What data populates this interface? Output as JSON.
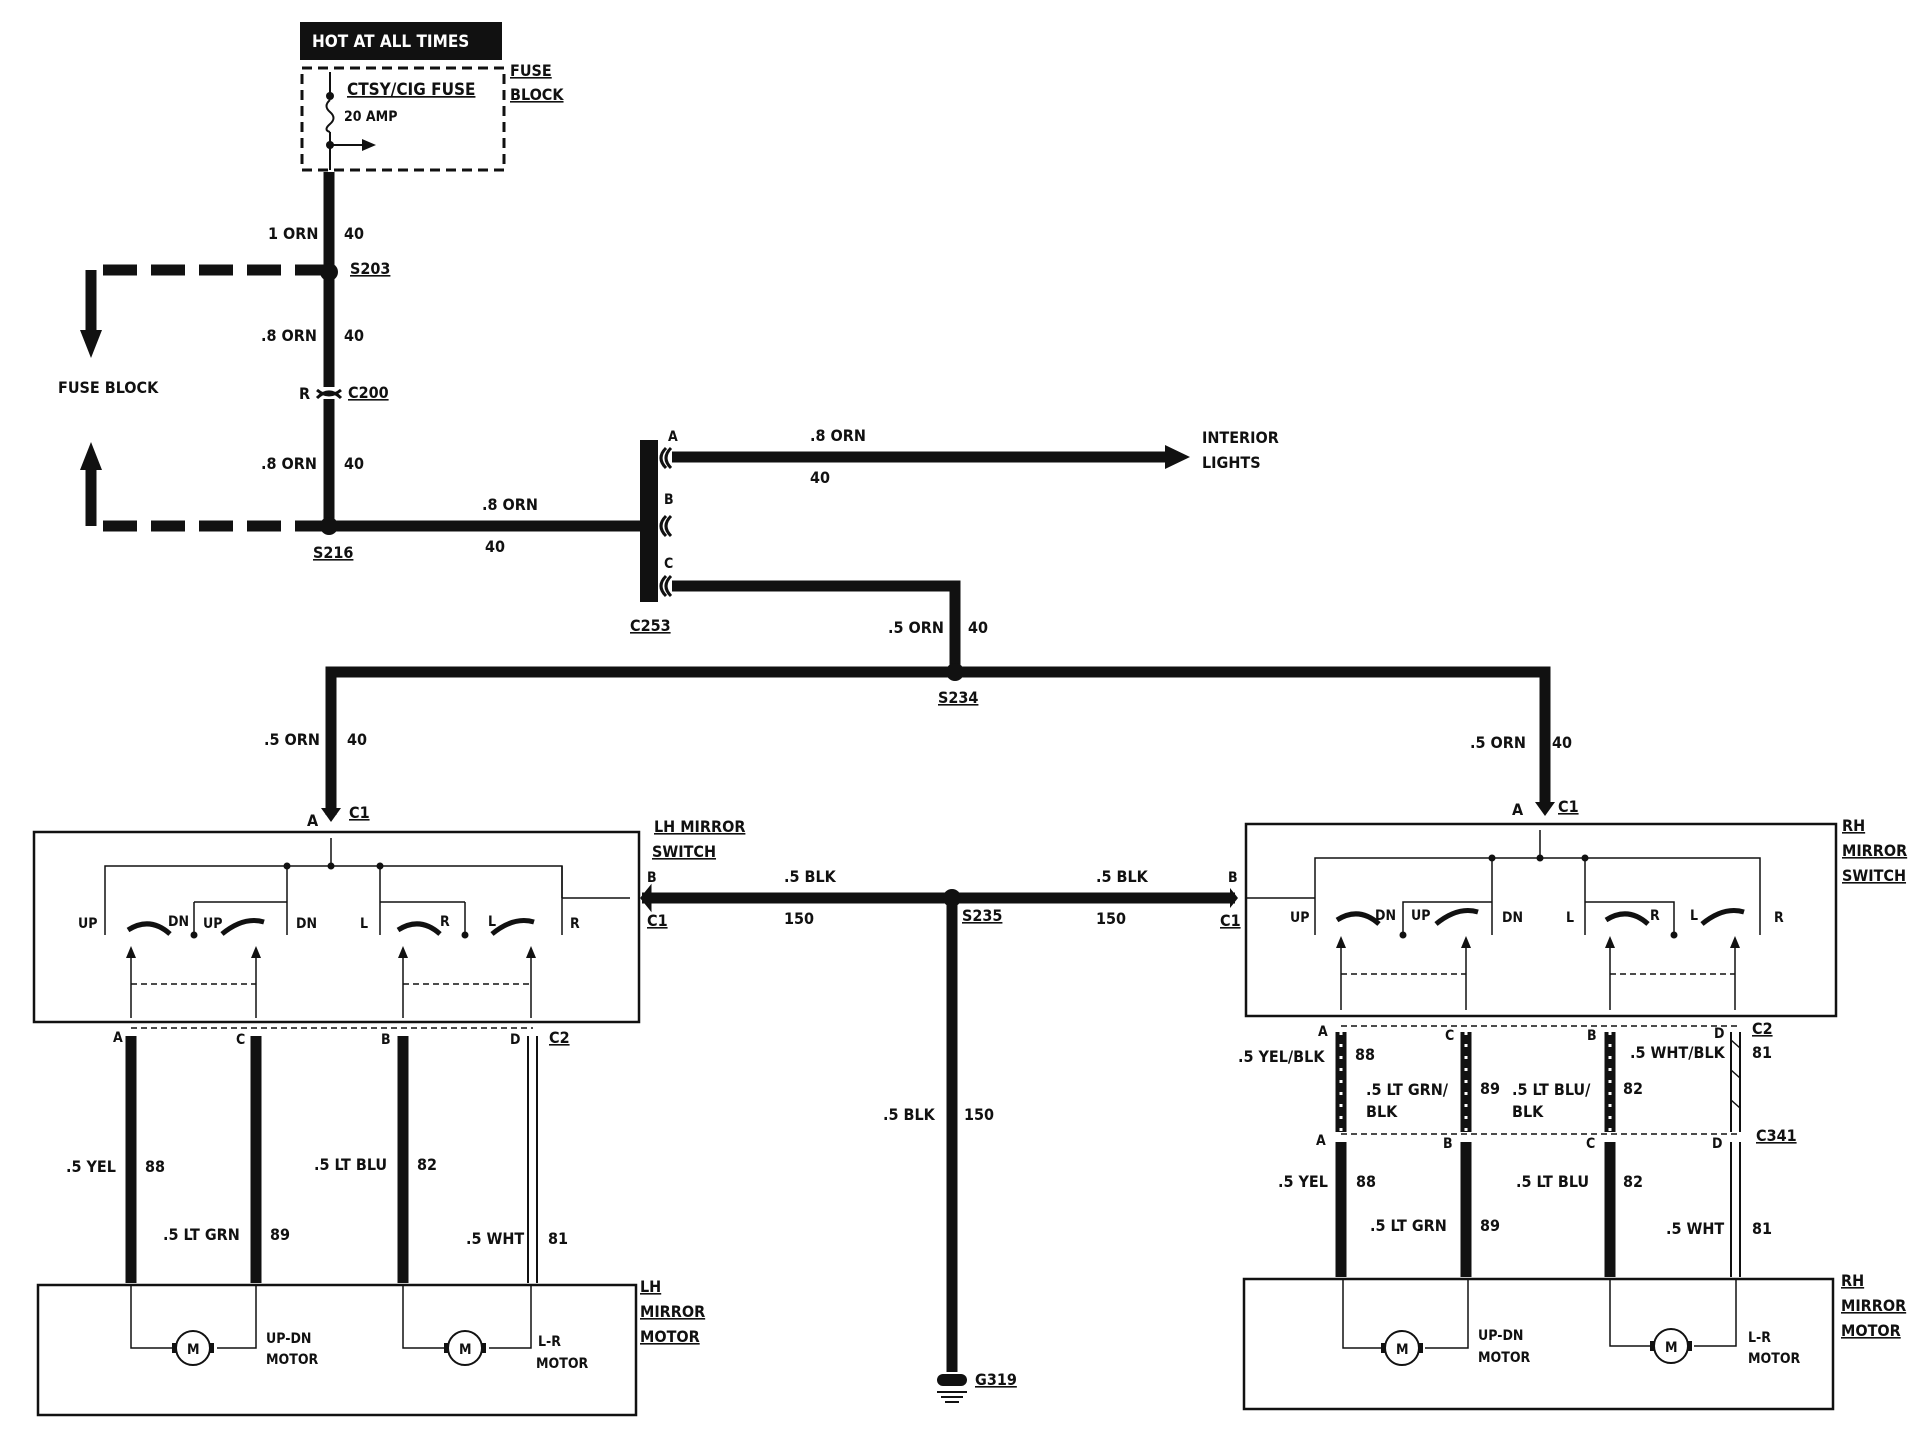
{
  "fuse": {
    "banner": "HOT AT ALL TIMES",
    "name": "CTSY/CIG FUSE",
    "rating": "20 AMP",
    "block_label_1": "FUSE",
    "block_label_2": "BLOCK"
  },
  "left_branch": {
    "label": "FUSE BLOCK"
  },
  "splices": {
    "s203": "S203",
    "s216": "S216",
    "s234": "S234",
    "s235": "S235"
  },
  "connectors": {
    "c200": "C200",
    "c200_pin": "R",
    "c253": "C253",
    "c253_pins": [
      "A",
      "B",
      "C"
    ],
    "c1": "C1",
    "c2": "C2",
    "c341": "C341"
  },
  "wires": {
    "w1_orn": "1 ORN",
    "w08_orn": ".8 ORN",
    "w05_orn": ".5 ORN",
    "w05_blk": ".5 BLK",
    "c40": "40",
    "c150": "150"
  },
  "interior": {
    "line1": "INTERIOR",
    "line2": "LIGHTS"
  },
  "ground": {
    "label": "G319"
  },
  "lh_switch": {
    "label_1": "LH MIRROR",
    "label_2": "SWITCH",
    "pin_a": "A",
    "pin_b": "B",
    "pin_c": "C",
    "pin_d": "D",
    "pos_up": "UP",
    "pos_dn": "DN",
    "pos_l": "L",
    "pos_r": "R"
  },
  "rh_switch": {
    "label_1": "RH",
    "label_2": "MIRROR",
    "label_3": "SWITCH"
  },
  "lh_wires": [
    {
      "color": ".5 YEL",
      "circuit": "88"
    },
    {
      "color": ".5 LT GRN",
      "circuit": "89"
    },
    {
      "color": ".5 LT BLU",
      "circuit": "82"
    },
    {
      "color": ".5 WHT",
      "circuit": "81"
    }
  ],
  "rh_upper_wires": [
    {
      "color": ".5 YEL/BLK",
      "circuit": "88"
    },
    {
      "color_1": ".5 LT GRN/",
      "color_2": "BLK",
      "circuit": "89"
    },
    {
      "color_1": ".5 LT BLU/",
      "color_2": "BLK",
      "circuit": "82"
    },
    {
      "color": ".5 WHT/BLK",
      "circuit": "81"
    }
  ],
  "rh_lower_wires": [
    {
      "color": ".5 YEL",
      "circuit": "88"
    },
    {
      "color": ".5 LT GRN",
      "circuit": "89"
    },
    {
      "color": ".5 LT BLU",
      "circuit": "82"
    },
    {
      "color": ".5 WHT",
      "circuit": "81"
    }
  ],
  "lh_motor": {
    "label_1": "LH",
    "label_2": "MIRROR",
    "label_3": "MOTOR",
    "updn_1": "UP-DN",
    "updn_2": "MOTOR",
    "lr_1": "L-R",
    "lr_2": "MOTOR",
    "m": "M"
  },
  "rh_motor": {
    "label_1": "RH",
    "label_2": "MIRROR",
    "label_3": "MOTOR"
  }
}
